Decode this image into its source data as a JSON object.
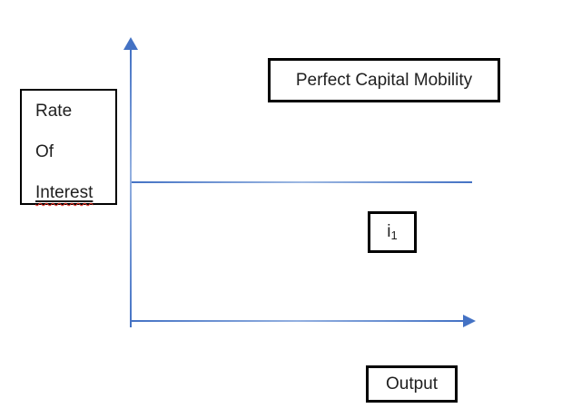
{
  "diagram": {
    "title_box": {
      "label": "Perfect Capital Mobility"
    },
    "y_axis_label_box": {
      "lines": [
        "Rate",
        "Of",
        "Interest"
      ],
      "misspell_flagged_word": "Interest"
    },
    "x_axis_label_box": {
      "label": "Output"
    },
    "interest_rate_box": {
      "base": "i",
      "subscript": "1"
    },
    "colors": {
      "axis_blue": "#4472C4",
      "box_border": "#000000",
      "text": "#1F1F1F",
      "spellcheck_red": "#E5291D"
    }
  }
}
